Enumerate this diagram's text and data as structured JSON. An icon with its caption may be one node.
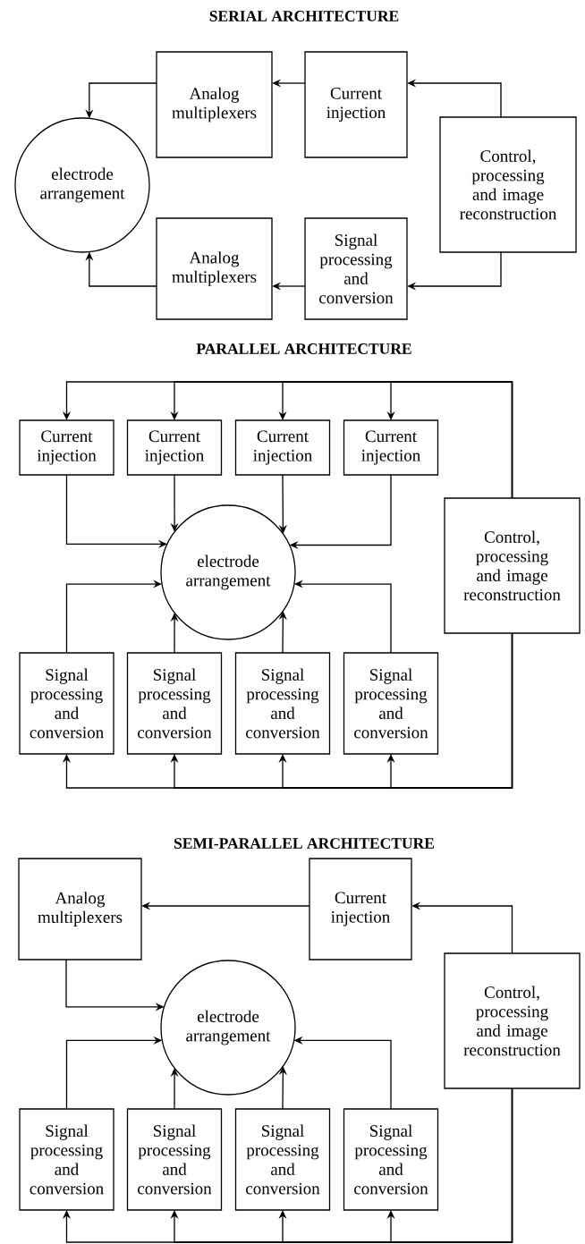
{
  "diagram": {
    "nodes": [
      {
        "text": [
          "Analog multiplexers"
        ]
      },
      {
        "text": [
          "Current injection"
        ]
      },
      {
        "text": [
          "electrode arrangement"
        ]
      },
      {
        "text": [
          "Control, processing and image reconstruction"
        ]
      },
      {
        "text": [
          "Analog multiplexers"
        ]
      },
      {
        "text": [
          "Signal processing and conversion"
        ]
      },
      {
        "text": [
          "Current injection"
        ]
      },
      {
        "text": [
          "Current injection"
        ]
      },
      {
        "text": [
          "Current injection"
        ]
      },
      {
        "text": [
          "Current injection"
        ]
      },
      {
        "text": [
          "electrode arrangement"
        ]
      },
      {
        "text": [
          "Control, processing and image reconstruction"
        ]
      },
      {
        "text": [
          "Signal processing and conversion"
        ]
      },
      {
        "text": [
          "Signal processing and conversion"
        ]
      },
      {
        "text": [
          "Signal processing and conversion"
        ]
      },
      {
        "text": [
          "Signal processing and conversion"
        ]
      },
      {
        "text": [
          "Analog multiplexers"
        ]
      },
      {
        "text": [
          "Current injection"
        ]
      },
      {
        "text": [
          "electrode arrangement"
        ]
      },
      {
        "text": [
          "Control, processing and image reconstruction"
        ]
      },
      {
        "text": [
          "Signal processing and conversion"
        ]
      },
      {
        "text": [
          "Signal processing and conversion"
        ]
      },
      {
        "text": [
          "Signal processing and conversion"
        ]
      },
      {
        "text": [
          "Signal processing and conversion"
        ]
      }
    ],
    "edges": [
      {
        "from": 1,
        "to": 0,
        "arrow": "to"
      },
      {
        "from": 3,
        "to": 1,
        "arrow": "to"
      },
      {
        "from": 0,
        "to": 2,
        "arrow": "to"
      },
      {
        "from": 3,
        "to": 5,
        "arrow": "to"
      },
      {
        "from": 5,
        "to": 4,
        "arrow": "to"
      },
      {
        "from": 4,
        "to": 2,
        "arrow": "to"
      },
      {
        "from": 11,
        "to": 6,
        "arrow": "to"
      },
      {
        "from": 11,
        "to": 7,
        "arrow": "to"
      },
      {
        "from": 11,
        "to": 8,
        "arrow": "to"
      },
      {
        "from": 11,
        "to": 9,
        "arrow": "to"
      },
      {
        "from": 6,
        "to": 10,
        "arrow": "to"
      },
      {
        "from": 7,
        "to": 10,
        "arrow": "to"
      },
      {
        "from": 8,
        "to": 10,
        "arrow": "to"
      },
      {
        "from": 9,
        "to": 10,
        "arrow": "to"
      },
      {
        "from": 12,
        "to": 10,
        "arrow": "to"
      },
      {
        "from": 13,
        "to": 10,
        "arrow": "to"
      },
      {
        "from": 14,
        "to": 10,
        "arrow": "to"
      },
      {
        "from": 15,
        "to": 10,
        "arrow": "to"
      },
      {
        "from": 11,
        "to": 12,
        "arrow": "to"
      },
      {
        "from": 11,
        "to": 13,
        "arrow": "to"
      },
      {
        "from": 11,
        "to": 14,
        "arrow": "to"
      },
      {
        "from": 11,
        "to": 15,
        "arrow": "to"
      },
      {
        "from": 17,
        "to": 16,
        "arrow": "to"
      },
      {
        "from": 19,
        "to": 17,
        "arrow": "to"
      },
      {
        "from": 16,
        "to": 18,
        "arrow": "to"
      },
      {
        "from": 20,
        "to": 18,
        "arrow": "to"
      },
      {
        "from": 21,
        "to": 18,
        "arrow": "to"
      },
      {
        "from": 22,
        "to": 18,
        "arrow": "to"
      },
      {
        "from": 23,
        "to": 18,
        "arrow": "to"
      },
      {
        "from": 19,
        "to": 20,
        "arrow": "to"
      },
      {
        "from": 19,
        "to": 21,
        "arrow": "to"
      },
      {
        "from": 19,
        "to": 22,
        "arrow": "to"
      },
      {
        "from": 19,
        "to": 23,
        "arrow": "to"
      }
    ],
    "labels": [
      "SERIAL ARCHITECTURE",
      "PARALLEL ARCHITECTURE",
      "SEMI-PARALLEL ARCHITECTURE"
    ]
  }
}
